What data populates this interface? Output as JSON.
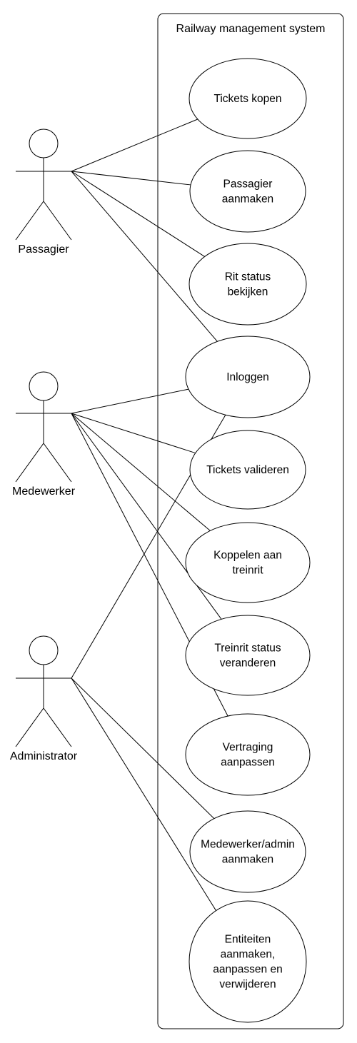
{
  "system": {
    "title": "Railway management system"
  },
  "actors": [
    {
      "id": "passagier",
      "label": "Passagier"
    },
    {
      "id": "medewerker",
      "label": "Medewerker"
    },
    {
      "id": "administrator",
      "label": "Administrator"
    }
  ],
  "use_cases": [
    {
      "id": "tickets-kopen",
      "lines": [
        "Tickets kopen"
      ]
    },
    {
      "id": "passagier-aanmaken",
      "lines": [
        "Passagier",
        "aanmaken"
      ]
    },
    {
      "id": "rit-status-bekijken",
      "lines": [
        "Rit status",
        "bekijken"
      ]
    },
    {
      "id": "inloggen",
      "lines": [
        "Inloggen"
      ]
    },
    {
      "id": "tickets-valideren",
      "lines": [
        "Tickets valideren"
      ]
    },
    {
      "id": "koppelen-aan-treinrit",
      "lines": [
        "Koppelen aan",
        "treinrit"
      ]
    },
    {
      "id": "treinrit-status-veranderen",
      "lines": [
        "Treinrit status",
        "veranderen"
      ]
    },
    {
      "id": "vertraging-aanpassen",
      "lines": [
        "Vertraging",
        "aanpassen"
      ]
    },
    {
      "id": "medewerker-admin-aanmaken",
      "lines": [
        "Medewerker/admin",
        "aanmaken"
      ]
    },
    {
      "id": "entiteiten-beheren",
      "lines": [
        "Entiteiten",
        "aanmaken,",
        "aanpassen en",
        "verwijderen"
      ]
    }
  ],
  "associations": [
    {
      "actor": "passagier",
      "use_case": "tickets-kopen"
    },
    {
      "actor": "passagier",
      "use_case": "passagier-aanmaken"
    },
    {
      "actor": "passagier",
      "use_case": "rit-status-bekijken"
    },
    {
      "actor": "passagier",
      "use_case": "inloggen"
    },
    {
      "actor": "medewerker",
      "use_case": "inloggen"
    },
    {
      "actor": "medewerker",
      "use_case": "tickets-valideren"
    },
    {
      "actor": "medewerker",
      "use_case": "koppelen-aan-treinrit"
    },
    {
      "actor": "medewerker",
      "use_case": "treinrit-status-veranderen"
    },
    {
      "actor": "medewerker",
      "use_case": "vertraging-aanpassen"
    },
    {
      "actor": "administrator",
      "use_case": "inloggen"
    },
    {
      "actor": "administrator",
      "use_case": "medewerker-admin-aanmaken"
    },
    {
      "actor": "administrator",
      "use_case": "entiteiten-beheren"
    }
  ]
}
